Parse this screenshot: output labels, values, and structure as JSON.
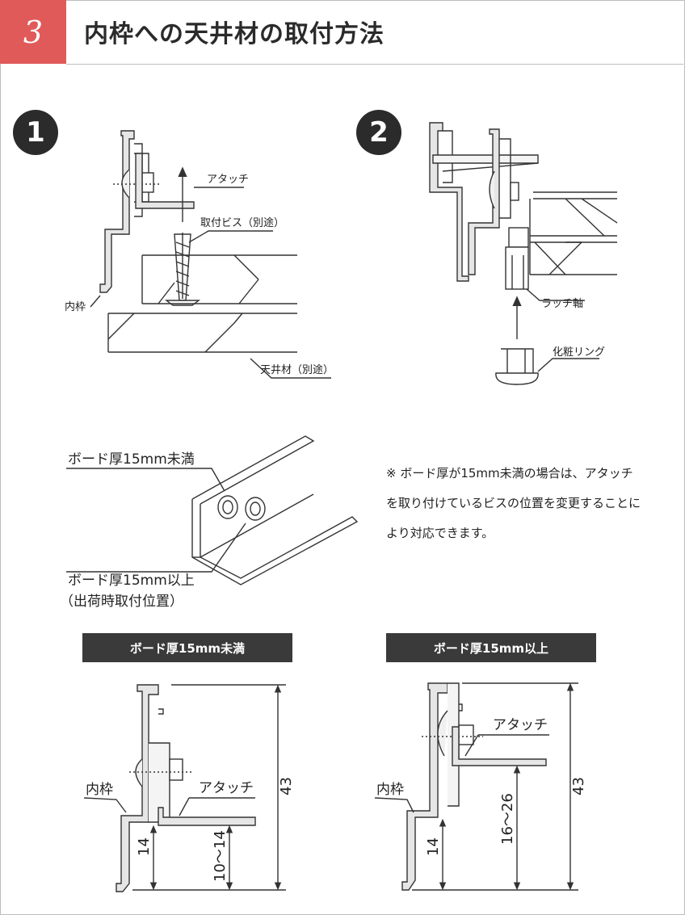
{
  "header": {
    "step_number": "3",
    "title": "内枠への天井材の取付方法"
  },
  "steps": [
    "1",
    "2"
  ],
  "fig1": {
    "attach_label": "アタッチ",
    "screw_label": "取付ビス（別途）",
    "inner_frame_label": "内枠",
    "ceiling_label": "天井材（別途）"
  },
  "fig2": {
    "latch_label": "ラッチ軸",
    "ring_label": "化粧リング"
  },
  "fig3": {
    "under_label": "ボード厚15mm未満",
    "over_label": "ボード厚15mm以上",
    "over_sub_label": "（出荷時取付位置）"
  },
  "note": {
    "line1": "※ ボード厚が15mm未満の場合は、アタッチ",
    "line2": "を取り付けているビスの位置を変更することに",
    "line3": "より対応できます。"
  },
  "detail_left": {
    "tag": "ボード厚15mm未満",
    "inner_frame_label": "内枠",
    "attach_label": "アタッチ",
    "dim_total": "43",
    "dim_bottom": "14",
    "dim_range": "10～14"
  },
  "detail_right": {
    "tag": "ボード厚15mm以上",
    "inner_frame_label": "内枠",
    "attach_label": "アタッチ",
    "dim_total": "43",
    "dim_bottom": "14",
    "dim_range": "16～26"
  },
  "colors": {
    "accent": "#e05a5a",
    "dark": "#2b2b2b",
    "tag_bg": "#3a3a3a",
    "line": "#333333",
    "profile_fill": "#e6e6e6"
  }
}
